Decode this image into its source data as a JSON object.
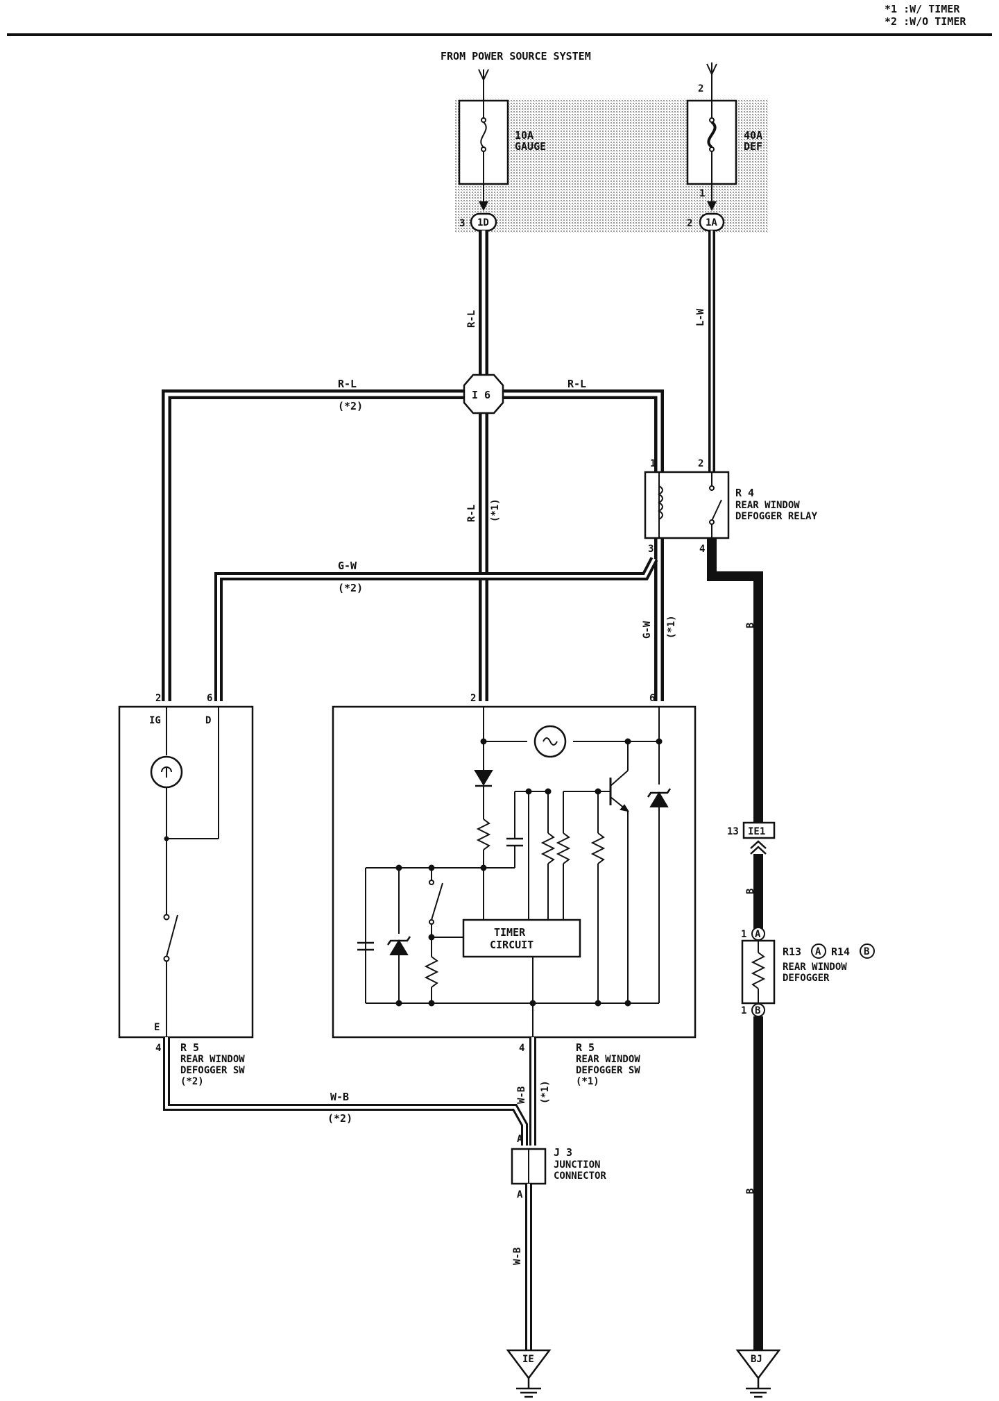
{
  "legend": {
    "line1": "*1 :W/ TIMER",
    "line2": "*2 :W/O TIMER"
  },
  "power_source_label": "FROM POWER SOURCE SYSTEM",
  "fuses": [
    {
      "amp": "10A",
      "name": "GAUGE",
      "in_pin": "",
      "out_pin": "3",
      "connector": "1D"
    },
    {
      "amp": "40A",
      "name": "DEF",
      "in_pin": "2",
      "out_pin": "1",
      "connector": "1A",
      "conn_pin": "2"
    }
  ],
  "junction_i6": "I 6",
  "wires": {
    "r_l": "R-L",
    "l_w": "L-W",
    "g_w": "G-W",
    "w_b": "W-B",
    "b": "B",
    "note_1": "(*1)",
    "note_2": "(*2)"
  },
  "relay": {
    "id": "R 4",
    "name_line1": "REAR WINDOW",
    "name_line2": "DEFOGGER RELAY",
    "pins": [
      "1",
      "2",
      "3",
      "4"
    ]
  },
  "switch_no_timer": {
    "id": "R 5",
    "line1": "REAR WINDOW",
    "line2": "DEFOGGER SW",
    "line3": "(*2)",
    "pin_ig": "2",
    "term_ig": "IG",
    "pin_d": "6",
    "term_d": "D",
    "term_e": "E",
    "pin_e": "4"
  },
  "switch_timer": {
    "id": "R 5",
    "line1": "REAR WINDOW",
    "line2": "DEFOGGER SW",
    "line3": "(*1)",
    "pin_in": "2",
    "pin_out": "6",
    "pin_gnd": "4",
    "timer_line1": "TIMER",
    "timer_line2": "CIRCUIT"
  },
  "connector_ie1": {
    "pin": "13",
    "id": "IE1"
  },
  "defogger": {
    "id": "R13",
    "id_a": "A",
    "id2": "R14",
    "id_b": "B",
    "line1": "REAR WINDOW",
    "line2": "DEFOGGER",
    "pin_top": "1",
    "pin_bottom": "1"
  },
  "junction_j3": {
    "id": "J 3",
    "line1": "JUNCTION",
    "line2": "CONNECTOR",
    "pin_top": "A",
    "pin_bottom": "A"
  },
  "grounds": [
    {
      "id": "IE"
    },
    {
      "id": "BJ"
    }
  ]
}
